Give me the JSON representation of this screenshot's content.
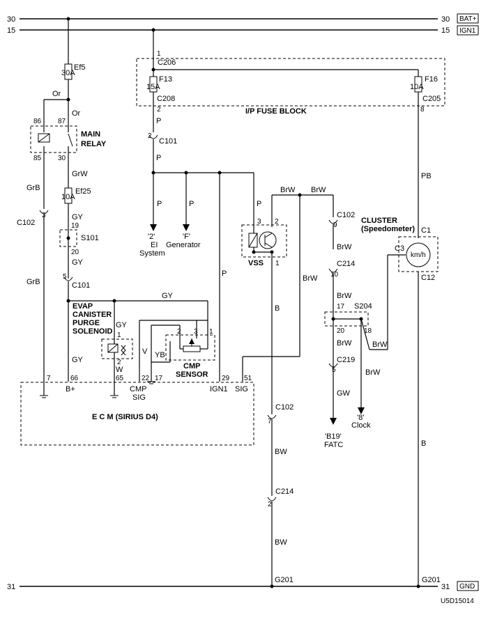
{
  "rails": {
    "bat_left": "30",
    "bat_right": "30",
    "bat_box": "BAT+",
    "ign_left": "15",
    "ign_right": "15",
    "ign_box": "IGN1",
    "gnd_left": "31",
    "gnd_right": "31",
    "gnd_box": "GND"
  },
  "fuse_block": {
    "label": "I/P FUSE BLOCK",
    "c206": "C206",
    "c206_pin": "1",
    "f13": "F13",
    "f13_amp": "15A",
    "c208": "C208",
    "c208_pin": "2",
    "f16": "F16",
    "f16_amp": "10A",
    "c205": "C205",
    "c205_pin": "8"
  },
  "left_branch": {
    "ef5": "Ef5",
    "ef5_amp": "30A",
    "or1": "Or",
    "or2": "Or",
    "relay_pin86": "86",
    "relay_pin87": "87",
    "relay_pin85": "85",
    "relay_pin30": "30",
    "relay_label1": "MAIN",
    "relay_label2": "RELAY",
    "grw": "GrW",
    "ef25": "Ef25",
    "ef25_amp": "10A",
    "gy1": "GY",
    "s101_pin19": "19",
    "s101": "S101",
    "s101_pin20": "20",
    "gy2": "GY",
    "c101_pin": "5",
    "c101": "C101",
    "grb1": "GrB",
    "c102_pin": "3",
    "c102": "C102",
    "grb2": "GrB",
    "gy3": "GY",
    "gy4": "GY",
    "gy5": "GY"
  },
  "p_branch": {
    "p1": "P",
    "c101_pin": "2",
    "c101": "C101",
    "p2": "P",
    "p3": "P",
    "p4": "P",
    "p5": "P",
    "p6": "P",
    "ei_ref": "'2'",
    "ei_1": "EI",
    "ei_2": "System",
    "gen_ref": "'F'",
    "gen": "Generator"
  },
  "evap": {
    "l1": "EVAP",
    "l2": "CANISTER",
    "l3": "PURGE",
    "l4": "SOLENOID",
    "pin1": "1",
    "pin2": "2",
    "w": "W"
  },
  "cmp": {
    "pin1": "1",
    "pin2": "2",
    "pin3": "3",
    "label1": "CMP",
    "label2": "SENSOR",
    "v": "V",
    "yb": "YB"
  },
  "ecm": {
    "label": "E   C   M (SIRIUS D4)",
    "pins": [
      "7",
      "66",
      "65",
      "22",
      "17",
      "29",
      "51"
    ],
    "bplus": "B+",
    "cmp_sig1": "CMP",
    "cmp_sig2": "SIG",
    "ign1": "IGN1",
    "sig": "SIG"
  },
  "vss": {
    "label": "VSS",
    "pin1": "1",
    "pin2": "2",
    "pin3": "3",
    "brw1": "BrW",
    "brw2": "BrW",
    "brw3": "BrW",
    "b": "B"
  },
  "cluster": {
    "label1": "CLUSTER",
    "label2": "(Speedometer)",
    "c1": "C1",
    "c3": "C3",
    "c12": "C12",
    "gauge": "km/h",
    "pb": "PB",
    "b": "B"
  },
  "right_chain": {
    "c102_pin": "9",
    "c102": "C102",
    "brw1": "BrW",
    "c214_pin": "10",
    "c214": "C214",
    "brw2": "BrW",
    "s204_pin17": "17",
    "s204": "S204",
    "s204_pin20": "20",
    "s204_pin18": "18",
    "brw3": "BrW",
    "brw4": "BrW",
    "brw5": "BrW",
    "c219_pin": "5",
    "c219": "C219",
    "gw": "GW",
    "fatc_ref": "'B19'",
    "fatc": "FATC",
    "clock_ref": "'8'",
    "clock": "Clock"
  },
  "ground_chain": {
    "c102_pin": "7",
    "c102": "C102",
    "bw1": "BW",
    "c214_pin": "2",
    "c214": "C214",
    "bw2": "BW",
    "g201_left": "G201",
    "g201_right": "G201"
  },
  "footer_code": "U5D15014"
}
